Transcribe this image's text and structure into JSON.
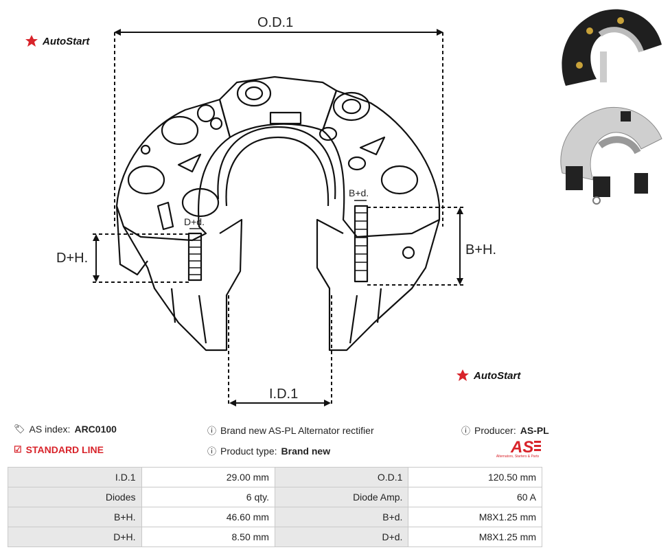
{
  "brand": {
    "logo_text": "AutoStart",
    "accent": "#d8232a"
  },
  "drawing": {
    "labels": {
      "od": "O.D.1",
      "id": "I.D.1",
      "dh": "D+H.",
      "dd": "D+d.",
      "bh": "B+H.",
      "bd": "B+d."
    }
  },
  "info": {
    "as_index_label": "AS index:",
    "as_index_value": "ARC0100",
    "standard_line": "STANDARD LINE",
    "description": "Brand new AS-PL Alternator rectifier",
    "product_type_label": "Product type:",
    "product_type_value": "Brand new",
    "producer_label": "Producer:",
    "producer_value": "AS-PL",
    "as_logo": "AS",
    "as_logo_caption": "Alternators, Starters & Parts"
  },
  "specs": [
    {
      "l1": "I.D.1",
      "v1": "29.00 mm",
      "l2": "O.D.1",
      "v2": "120.50 mm"
    },
    {
      "l1": "Diodes",
      "v1": "6 qty.",
      "l2": "Diode Amp.",
      "v2": "60 A"
    },
    {
      "l1": "B+H.",
      "v1": "46.60 mm",
      "l2": "B+d.",
      "v2": "M8X1.25 mm"
    },
    {
      "l1": "D+H.",
      "v1": "8.50 mm",
      "l2": "D+d.",
      "v2": "M8X1.25 mm"
    }
  ]
}
